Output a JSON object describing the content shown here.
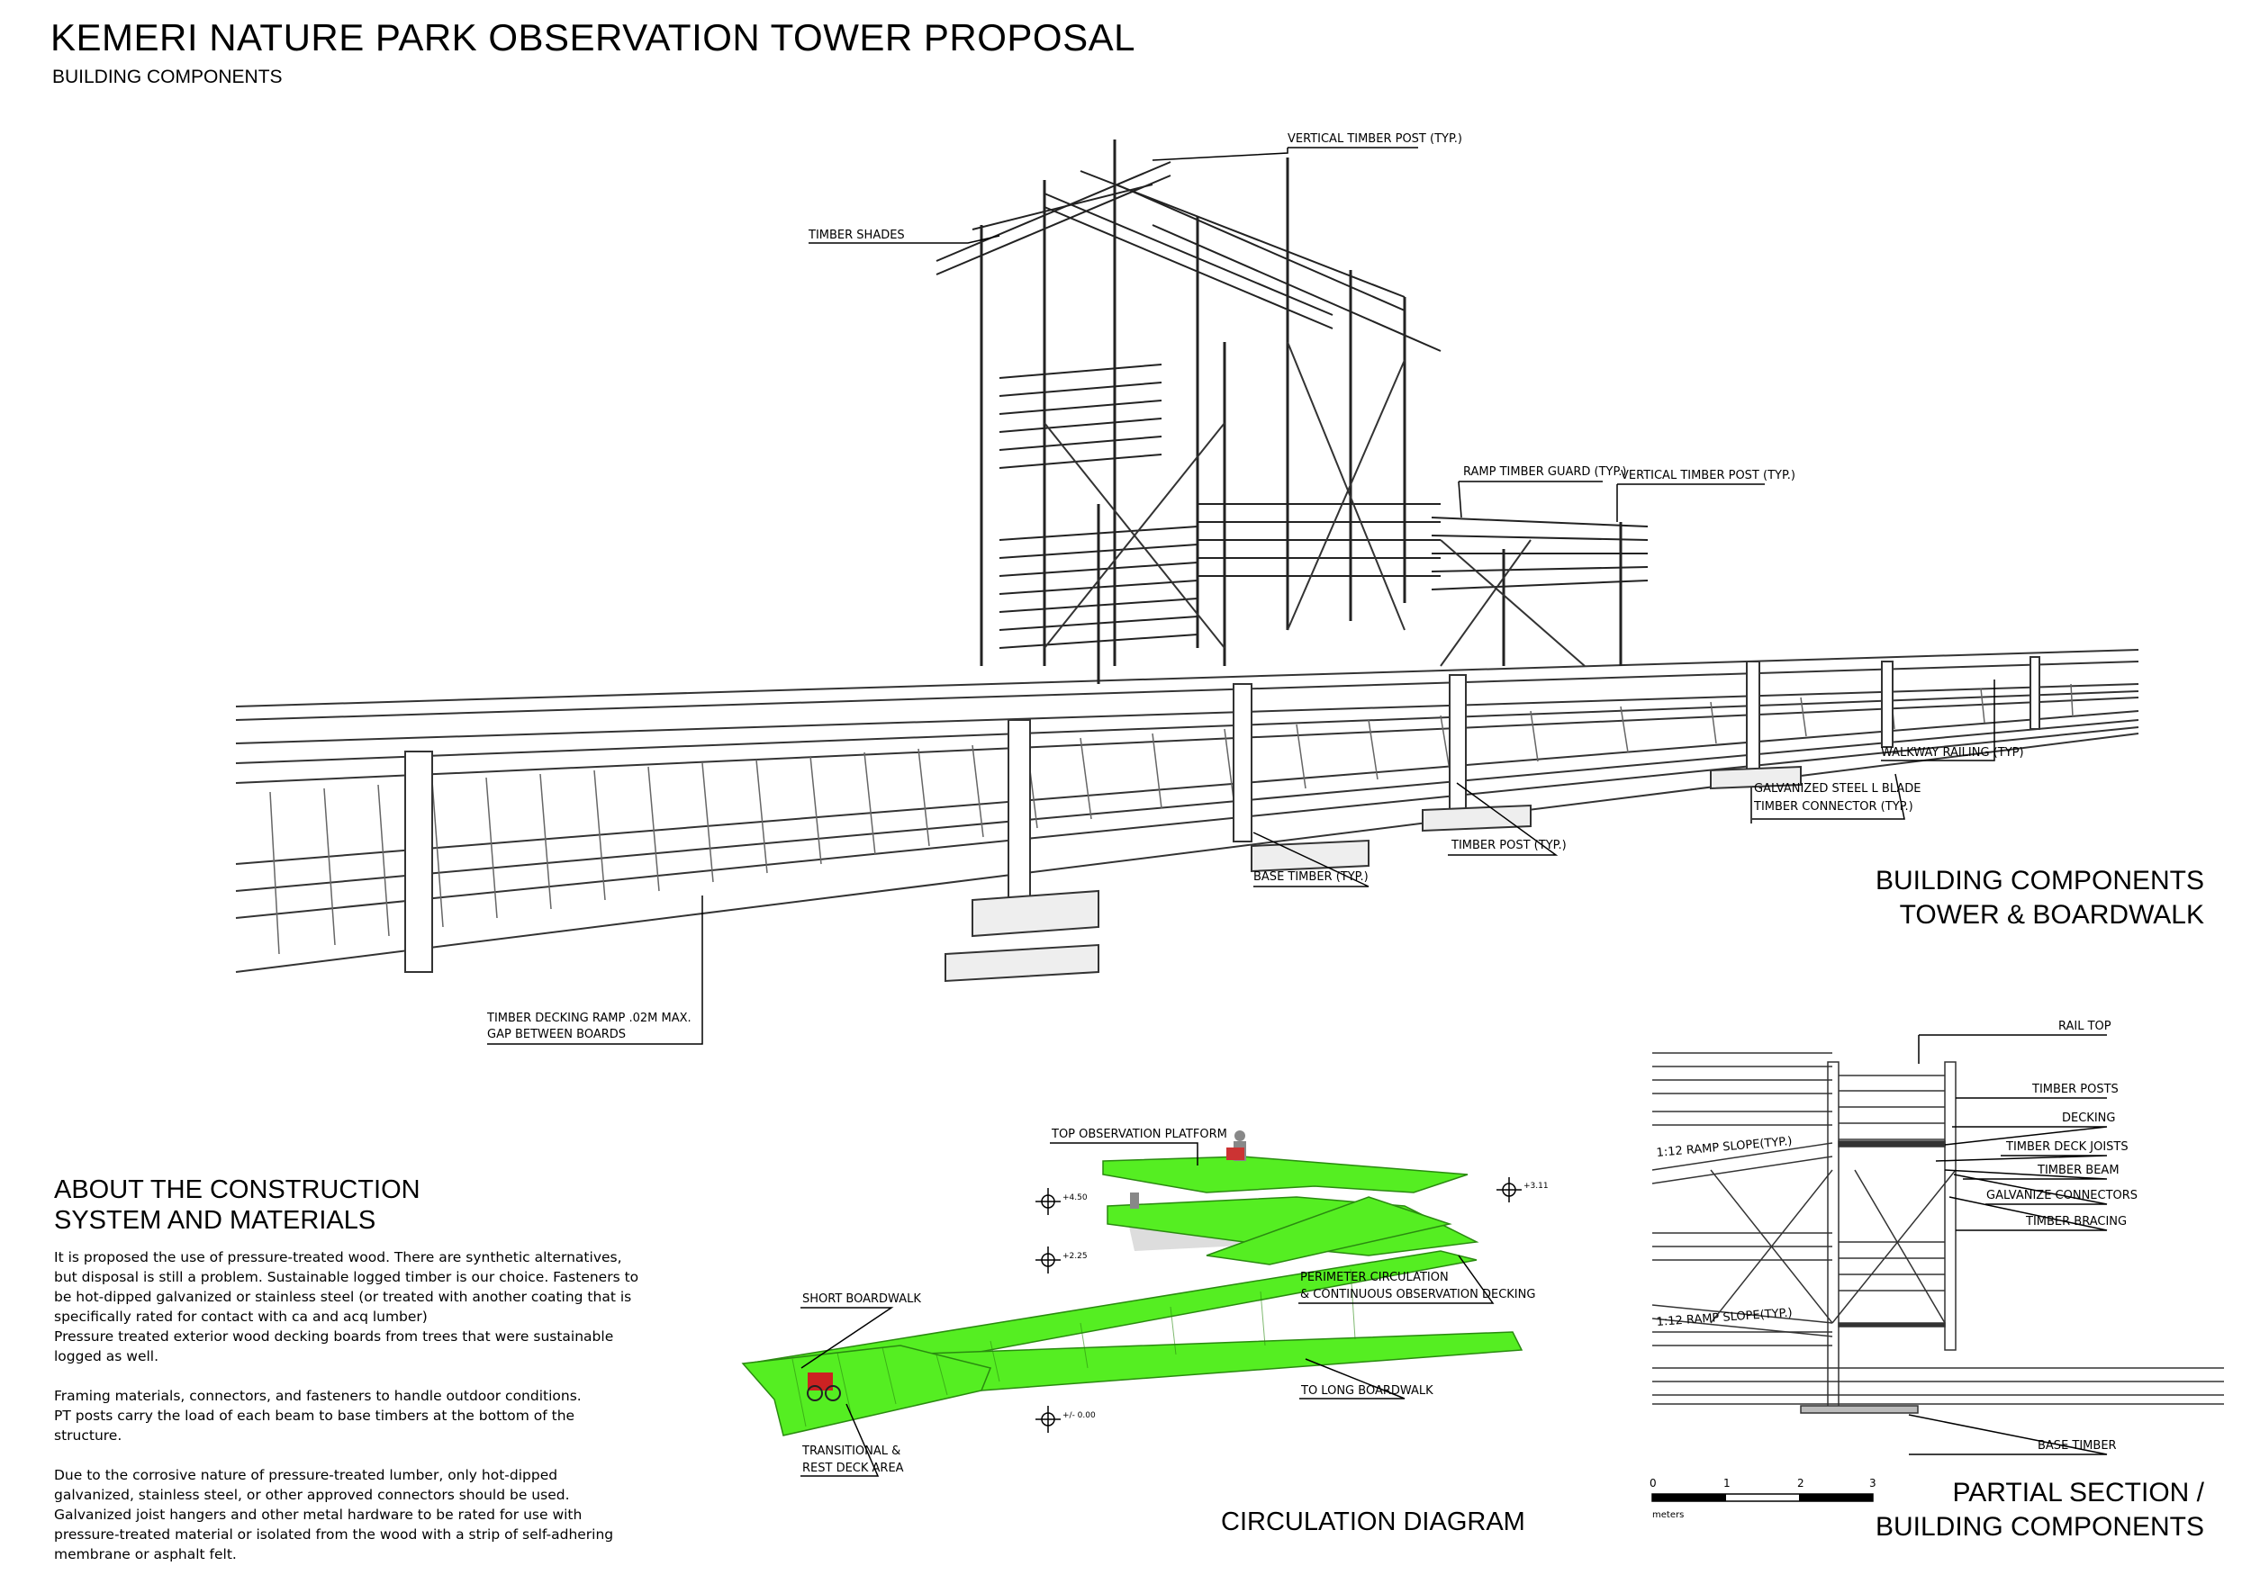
{
  "header": {
    "title": "KEMERI NATURE PARK OBSERVATION TOWER PROPOSAL",
    "subtitle": "BUILDING COMPONENTS"
  },
  "axonometric": {
    "section_title_line1": "BUILDING COMPONENTS",
    "section_title_line2": "TOWER & BOARDWALK",
    "labels": {
      "vertical_post_top": "VERTICAL TIMBER POST (TYP.)",
      "timber_shades": "TIMBER SHADES",
      "ramp_guard": "RAMP TIMBER GUARD (TYP.)",
      "vertical_post_ramp": "VERTICAL TIMBER POST (TYP.)",
      "walkway_railing": "WALKWAY RAILING (TYP)",
      "steel_blade_line1": "GALVANIZED STEEL L BLADE",
      "steel_blade_line2": "TIMBER CONNECTOR (TYP.)",
      "timber_post": "TIMBER POST (TYP.)",
      "base_timber": "BASE TIMBER (TYP.)",
      "decking_line1": "TIMBER DECKING RAMP .02M MAX.",
      "decking_line2": "GAP BETWEEN BOARDS"
    }
  },
  "about": {
    "title_line1": "ABOUT THE CONSTRUCTION",
    "title_line2": "SYSTEM AND MATERIALS",
    "para1": "It is proposed the use of pressure-treated wood.  There are synthetic alternatives, but disposal is still a problem. Sustainable logged timber is our choice. Fasteners to be hot-dipped galvanized or stainless steel (or treated with another coating that is specifically rated for contact with ca and acq lumber)\nPressure treated exterior wood decking boards from trees that were sustainable logged as well.",
    "para2": "Framing materials, connectors, and fasteners to handle outdoor conditions.\nPT posts carry the load of each beam to base timbers at the bottom of the structure.",
    "para3": "Due to the corrosive nature of pressure-treated lumber, only hot-dipped galvanized, stainless steel, or other approved connectors should be used.\nGalvanized joist hangers and other metal hardware to be rated for use with pressure-treated material or isolated from the wood with a strip of self-adhering membrane or asphalt felt."
  },
  "circulation": {
    "title": "CIRCULATION DIAGRAM",
    "ramp_color": "#55ee22",
    "labels": {
      "top_platform": "TOP OBSERVATION PLATFORM",
      "short_boardwalk": "SHORT BOARDWALK",
      "perimeter_line1": "PERIMETER CIRCULATION",
      "perimeter_line2": "& CONTINUOUS OBSERVATION DECKING",
      "long_boardwalk": "TO LONG BOARDWALK",
      "transitional_line1": "TRANSITIONAL &",
      "transitional_line2": "REST DECK AREA"
    },
    "levels": {
      "l1": "+4.50",
      "l2": "+2.25",
      "l3": "+3.11",
      "l4": "+/- 0.00"
    }
  },
  "section": {
    "title_line1": "PARTIAL SECTION /",
    "title_line2": "BUILDING COMPONENTS",
    "labels": {
      "rail_top": "RAIL TOP",
      "timber_posts": "TIMBER POSTS",
      "decking": "DECKING",
      "deck_joists": "TIMBER DECK JOISTS",
      "timber_beam": "TIMBER BEAM",
      "connectors": "GALVANIZE CONNECTORS",
      "bracing": "TIMBER BRACING",
      "base_timber": "BASE TIMBER",
      "ramp_slope_1": "1:12 RAMP SLOPE(TYP.)",
      "ramp_slope_2": "1:12 RAMP SLOPE(TYP.)"
    },
    "scale": {
      "ticks": [
        "0",
        "1",
        "2",
        "3"
      ],
      "unit": "meters"
    }
  }
}
